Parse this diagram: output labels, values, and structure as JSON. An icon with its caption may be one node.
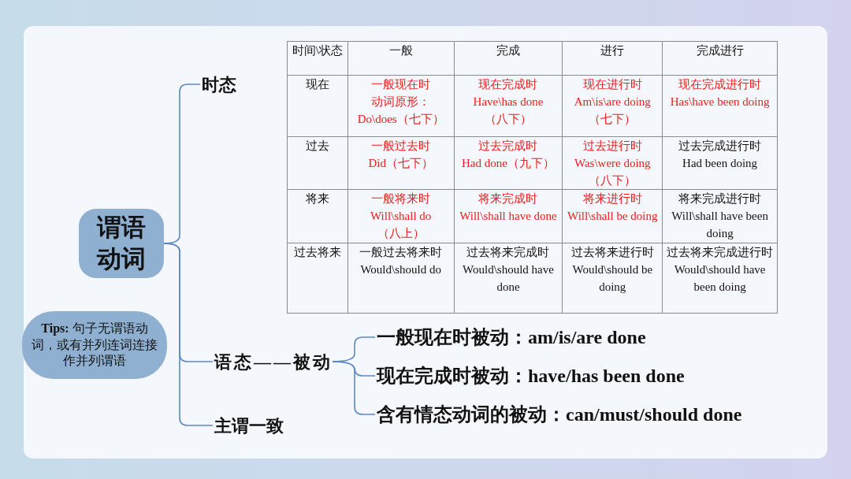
{
  "diagram": {
    "nodes": [
      {
        "text": [
          "谓语动词"
        ]
      },
      {
        "text": [
          "时态"
        ]
      },
      {
        "text": [
          "语态——被动"
        ]
      },
      {
        "text": [
          "主谓一致"
        ]
      },
      {
        "text": [
          "一般现在时被动：am/is/are done"
        ]
      },
      {
        "text": [
          "现在完成时被动：have/has been done"
        ]
      },
      {
        "text": [
          "含有情态动词的被动：can/must/should done"
        ]
      },
      {
        "text": [
          "**Tips:** 句子无谓语动词，或有并列连词连接作并列谓语"
        ]
      }
    ],
    "edges": [
      {
        "from": 0,
        "to": 1,
        "arrow": "none"
      },
      {
        "from": 0,
        "to": 2,
        "arrow": "none"
      },
      {
        "from": 0,
        "to": 3,
        "arrow": "none"
      },
      {
        "from": 2,
        "to": 4,
        "arrow": "none"
      },
      {
        "from": 2,
        "to": 5,
        "arrow": "none"
      },
      {
        "from": 2,
        "to": 6,
        "arrow": "none"
      }
    ],
    "labels": [
      "时间\\状态",
      "一般",
      "完成",
      "进行",
      "完成进行",
      "现在",
      "一般现在时",
      "动词原形：",
      "Do\\does（七下）",
      "现在完成时",
      "Have\\has done",
      "（八下）",
      "现在进行时",
      "Am\\is\\are doing",
      "（七下）",
      "现在完成进行时",
      "Has\\have been doing",
      "过去",
      "一般过去时",
      "Did（七下）",
      "过去完成时",
      "Had done（九下）",
      "过去进行时",
      "Was\\were doing",
      "（八下）",
      "过去完成进行时",
      "Had been doing",
      "将来",
      "一般将来时",
      "Will\\shall do",
      "（八上）",
      "将来完成时",
      "Will\\shall have done",
      "将来进行时",
      "Will\\shall be doing",
      "将来完成进行时",
      "Will\\shall have been doing",
      "过去将来",
      "一般过去将来时",
      "Would\\should do",
      "过去将来完成时",
      "Would\\should have done",
      "过去将来进行时",
      "Would\\should be doing",
      "过去将来完成进行时",
      "Would\\should have been doing"
    ]
  }
}
